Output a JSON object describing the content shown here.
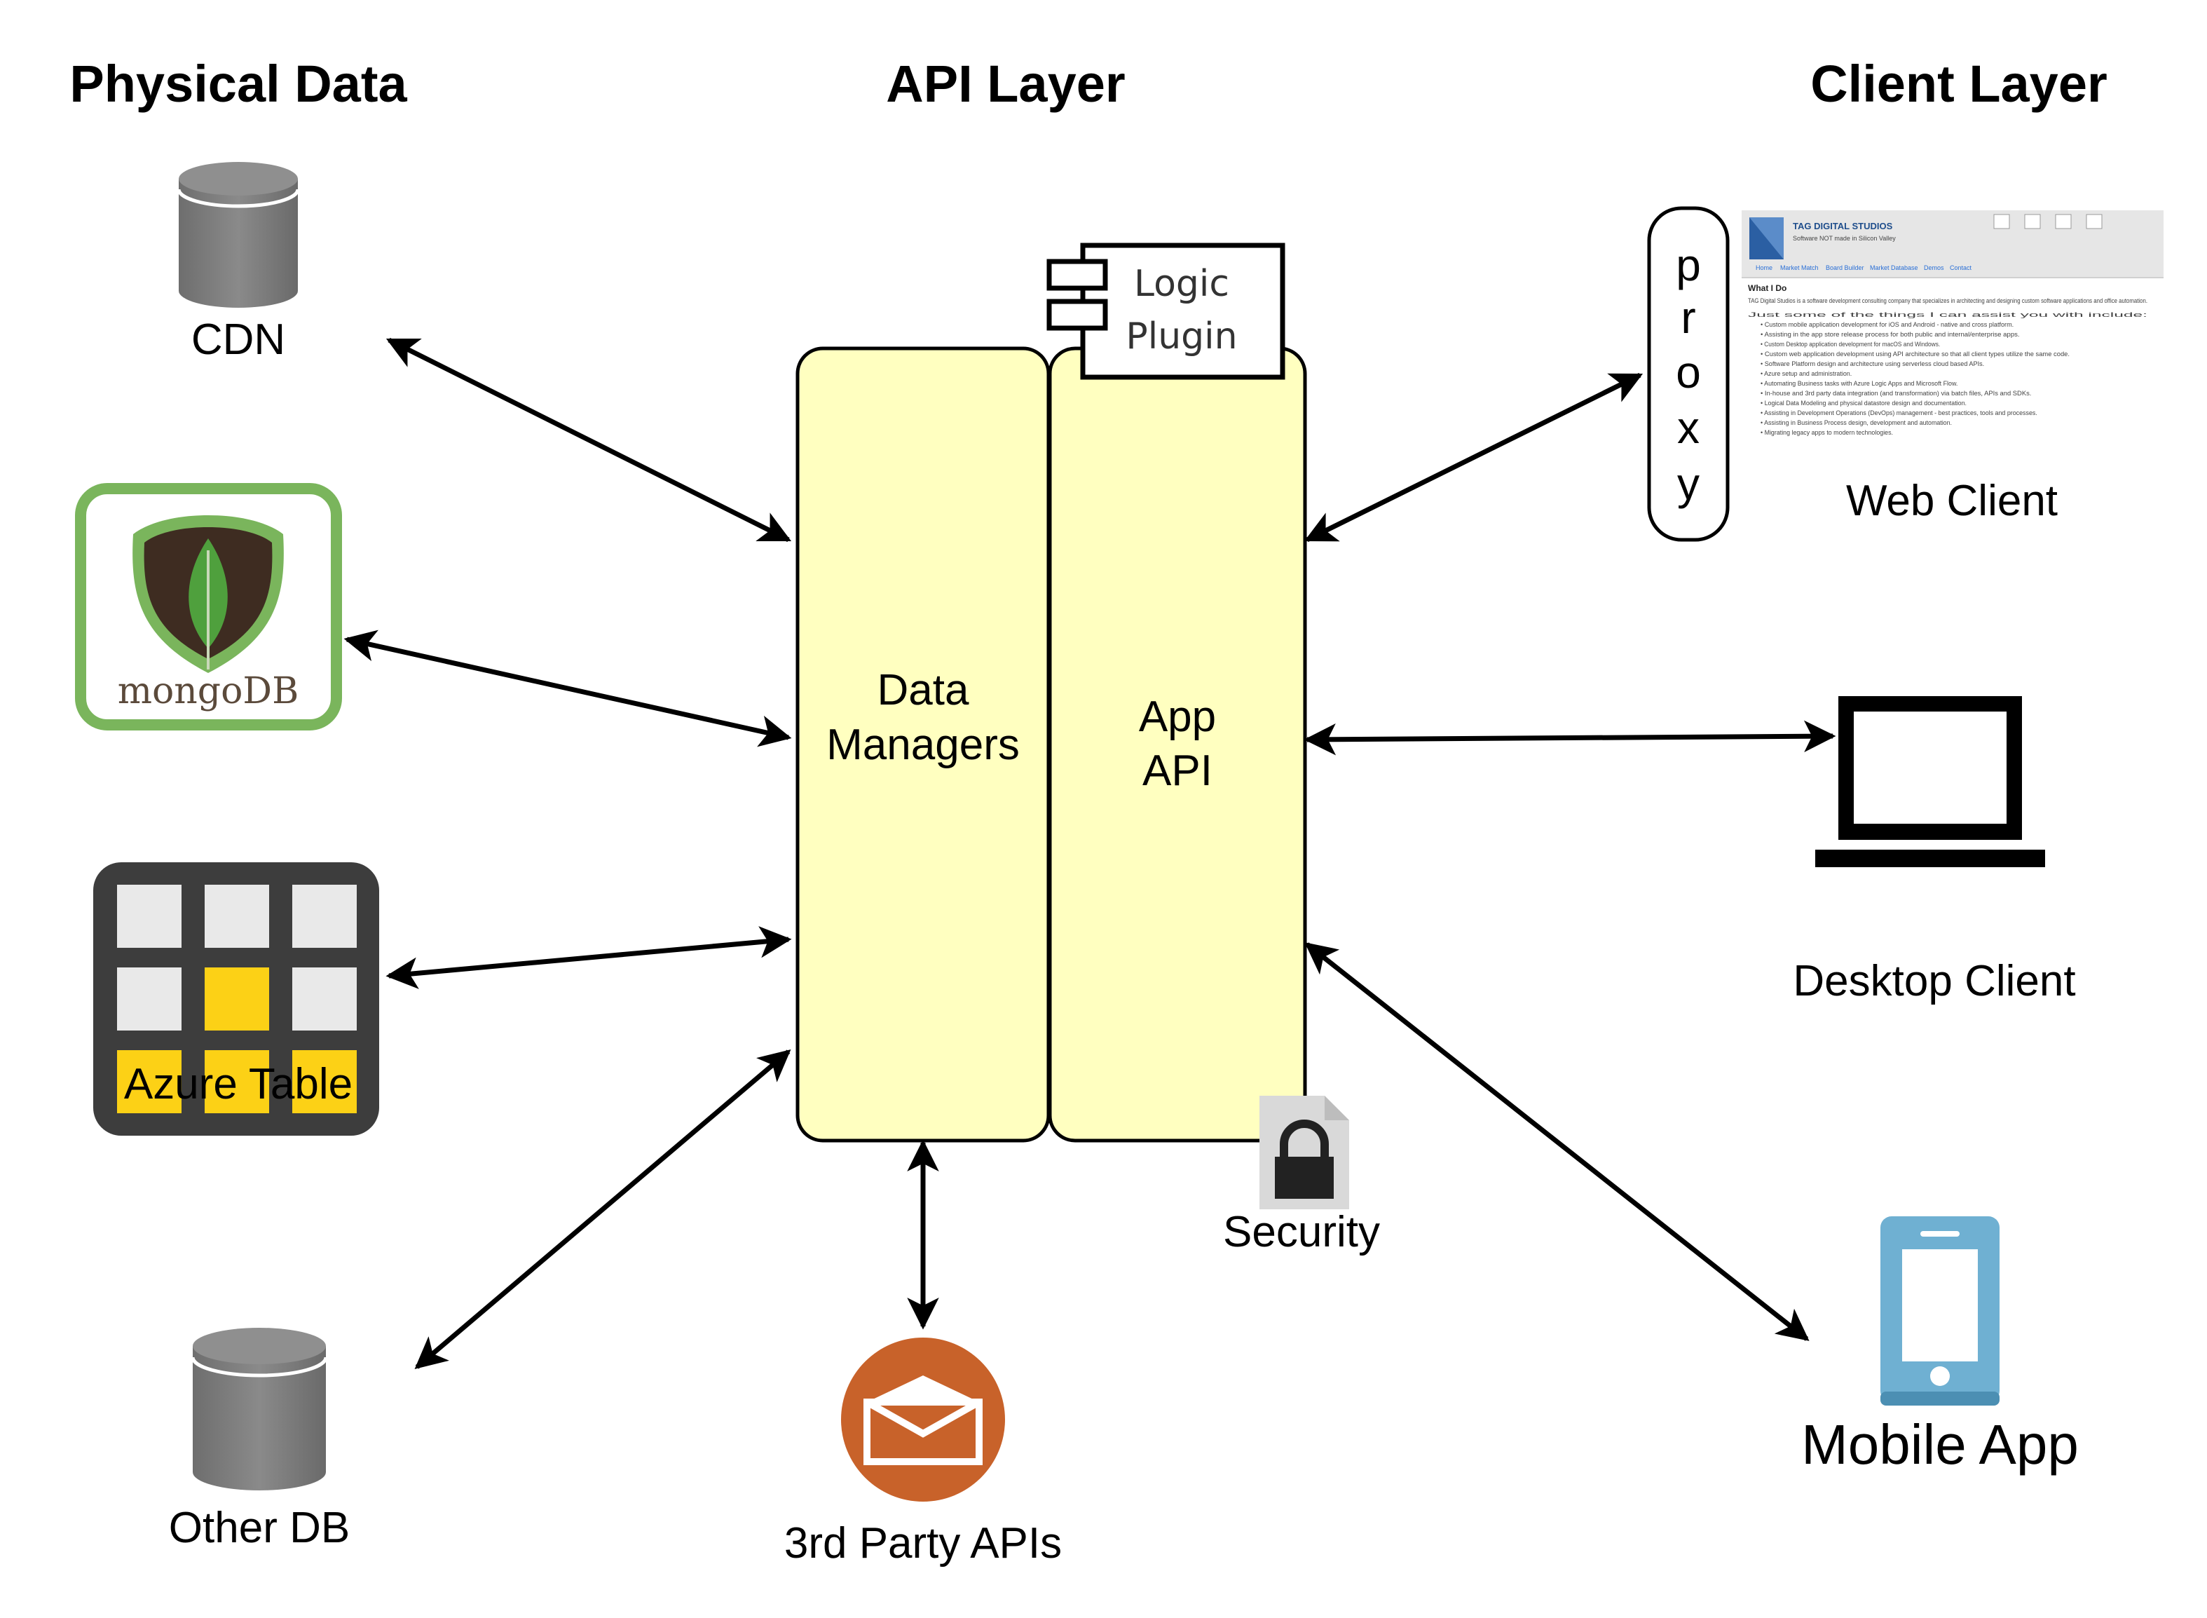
{
  "headings": {
    "physical": "Physical Data",
    "api": "API Layer",
    "client": "Client Layer"
  },
  "physical": {
    "cdn": "CDN",
    "mongo": "mongoDB",
    "azure": "Azure Table",
    "other": "Other DB"
  },
  "api": {
    "data_managers_line1": "Data",
    "data_managers_line2": "Managers",
    "app_api_line1": "App",
    "app_api_line2": "API",
    "plugin_line1": "Logic",
    "plugin_line2": "Plugin",
    "security": "Security",
    "third_party": "3rd Party APIs"
  },
  "client": {
    "proxy_letters": [
      "p",
      "r",
      "o",
      "x",
      "y"
    ],
    "web": "Web Client",
    "desktop": "Desktop Client",
    "mobile": "Mobile App"
  },
  "web_thumb": {
    "brand": "TAG  DIGITAL STUDIOS",
    "tagline": "Software NOT made in Silicon Valley",
    "nav": [
      "Home",
      "Market Match",
      "Board Builder",
      "Market Database",
      "Demos",
      "Contact"
    ],
    "heading": "What I Do",
    "intro": "TAG Digital Studios is a software development consulting company that specializes in architecting and designing custom software applications and office automation.",
    "lead": "Just some of the things I can assist you with include:",
    "bullets": [
      "Custom mobile application development for iOS and Android - native and cross platform.",
      "Assisting in the app store release process for both public and internal/enterprise apps.",
      "Custom Desktop application development for macOS and Windows.",
      "Custom web application development using API architecture so that all client types utilize the same code.",
      "Software Platform design and architecture using serverless cloud based APIs.",
      "Azure setup and administration.",
      "Automating Business tasks with Azure Logic Apps and Microsoft Flow.",
      "In-house and 3rd party data integration (and transformation) via batch files, APIs and SDKs.",
      "Logical Data Modeling and physical datastore design and documentation.",
      "Assisting in Development Operations (DevOps) management - best practices, tools and processes.",
      "Assisting in Business Process design, development and automation.",
      "Migrating legacy apps to modern technologies."
    ]
  },
  "colors": {
    "box_fill": "#ffffc0",
    "cylinder": "#7a7a7a",
    "mongo_border": "#7ab55c",
    "mongo_leaf": "#4fa03d",
    "azure_dark": "#3d3d3d",
    "azure_yellow": "#fcd116",
    "envelope_circle": "#c8622a",
    "phone": "#6fb0d2"
  }
}
